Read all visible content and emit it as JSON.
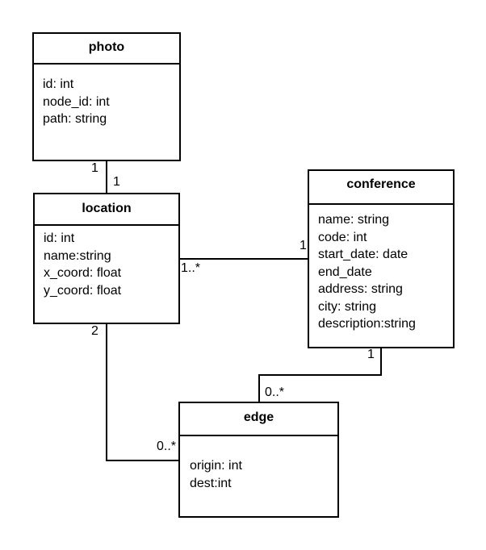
{
  "diagram": {
    "classes": {
      "photo": {
        "name": "photo",
        "attributes": [
          "id: int",
          "node_id: int",
          "path: string"
        ]
      },
      "location": {
        "name": "location",
        "attributes": [
          "id: int",
          "name:string",
          "x_coord: float",
          "y_coord: float"
        ]
      },
      "conference": {
        "name": "conference",
        "attributes": [
          "name: string",
          "code: int",
          "start_date: date",
          "end_date",
          "address: string",
          "city: string",
          "description:string"
        ]
      },
      "edge": {
        "name": "edge",
        "attributes": [
          "origin: int",
          "dest:int"
        ]
      }
    },
    "associations": [
      {
        "from": "photo",
        "to": "location",
        "from_multiplicity": "1",
        "to_multiplicity": "1"
      },
      {
        "from": "location",
        "to": "conference",
        "from_multiplicity": "1..*",
        "to_multiplicity": "1"
      },
      {
        "from": "conference",
        "to": "edge",
        "from_multiplicity": "1",
        "to_multiplicity": "0..*"
      },
      {
        "from": "location",
        "to": "edge",
        "from_multiplicity": "2",
        "to_multiplicity": "0..*"
      }
    ]
  }
}
